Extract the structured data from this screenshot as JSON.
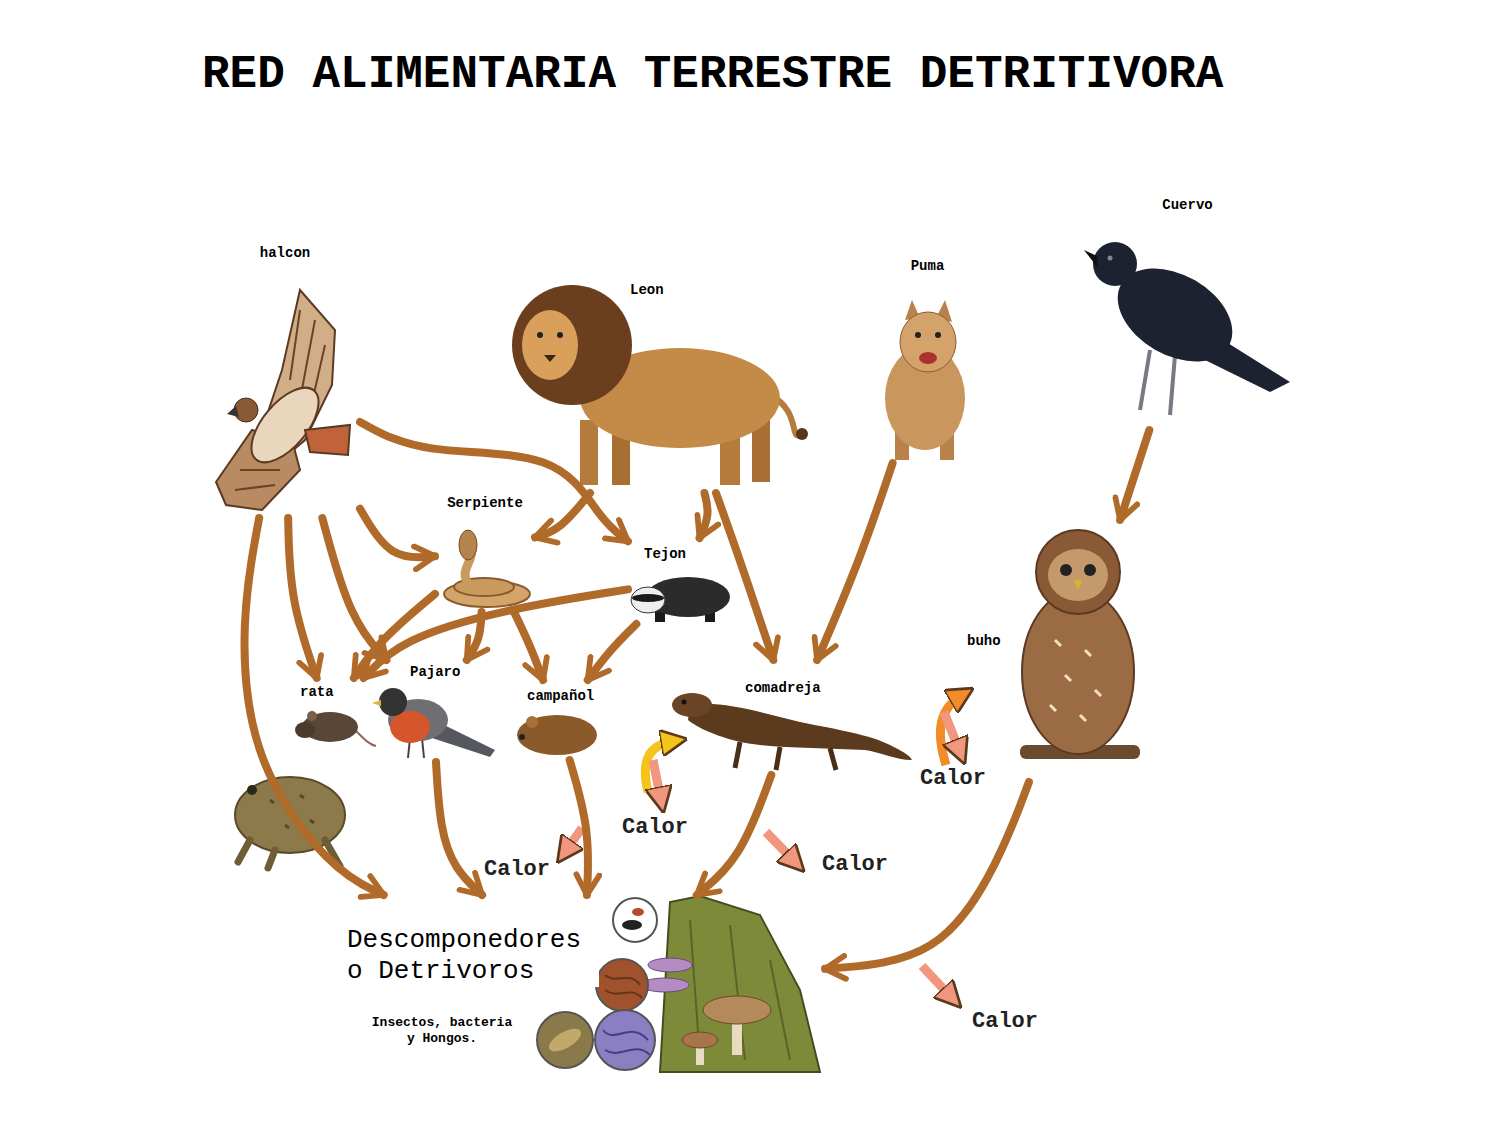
{
  "diagram": {
    "title": "RED ALIMENTARIA TERRESTRE DETRITIVORA",
    "nodes": [
      {
        "text": [
          "Cuervo"
        ]
      },
      {
        "text": [
          "halcon"
        ]
      },
      {
        "text": [
          "Puma"
        ]
      },
      {
        "text": [
          "Leon"
        ]
      },
      {
        "text": [
          "Serpiente"
        ]
      },
      {
        "text": [
          "Tejon"
        ]
      },
      {
        "text": [
          "buho"
        ]
      },
      {
        "text": [
          "Pajaro"
        ]
      },
      {
        "text": [
          "comadreja"
        ]
      },
      {
        "text": [
          "rata"
        ]
      },
      {
        "text": [
          "campañol"
        ]
      },
      {
        "text": [
          "Descomponedores o Detrivoros",
          "Insectos, bacteria y Hongos."
        ]
      }
    ],
    "edges": [
      {
        "from": 1,
        "to": 4,
        "arrow": "to"
      },
      {
        "from": 1,
        "to": 5,
        "arrow": "to"
      },
      {
        "from": 1,
        "to": 9,
        "arrow": "to"
      },
      {
        "from": 1,
        "to": 7,
        "arrow": "to"
      },
      {
        "from": 1,
        "to": 11,
        "arrow": "to"
      },
      {
        "from": 3,
        "to": 4,
        "arrow": "to"
      },
      {
        "from": 3,
        "to": 5,
        "arrow": "to"
      },
      {
        "from": 3,
        "to": 8,
        "arrow": "to"
      },
      {
        "from": 2,
        "to": 8,
        "arrow": "to"
      },
      {
        "from": 0,
        "to": 6,
        "arrow": "to"
      },
      {
        "from": 4,
        "to": 9,
        "arrow": "to"
      },
      {
        "from": 4,
        "to": 7,
        "arrow": "to"
      },
      {
        "from": 4,
        "to": 10,
        "arrow": "to"
      },
      {
        "from": 5,
        "to": 9,
        "arrow": "to"
      },
      {
        "from": 5,
        "to": 10,
        "arrow": "to"
      },
      {
        "from": 7,
        "to": 11,
        "arrow": "to"
      },
      {
        "from": 10,
        "to": 11,
        "arrow": "to"
      },
      {
        "from": 8,
        "to": 11,
        "arrow": "to"
      },
      {
        "from": 6,
        "to": 11,
        "arrow": "to"
      }
    ],
    "labels": [
      "Calor",
      "Calor",
      "Calor",
      "Calor",
      "Calor"
    ]
  }
}
